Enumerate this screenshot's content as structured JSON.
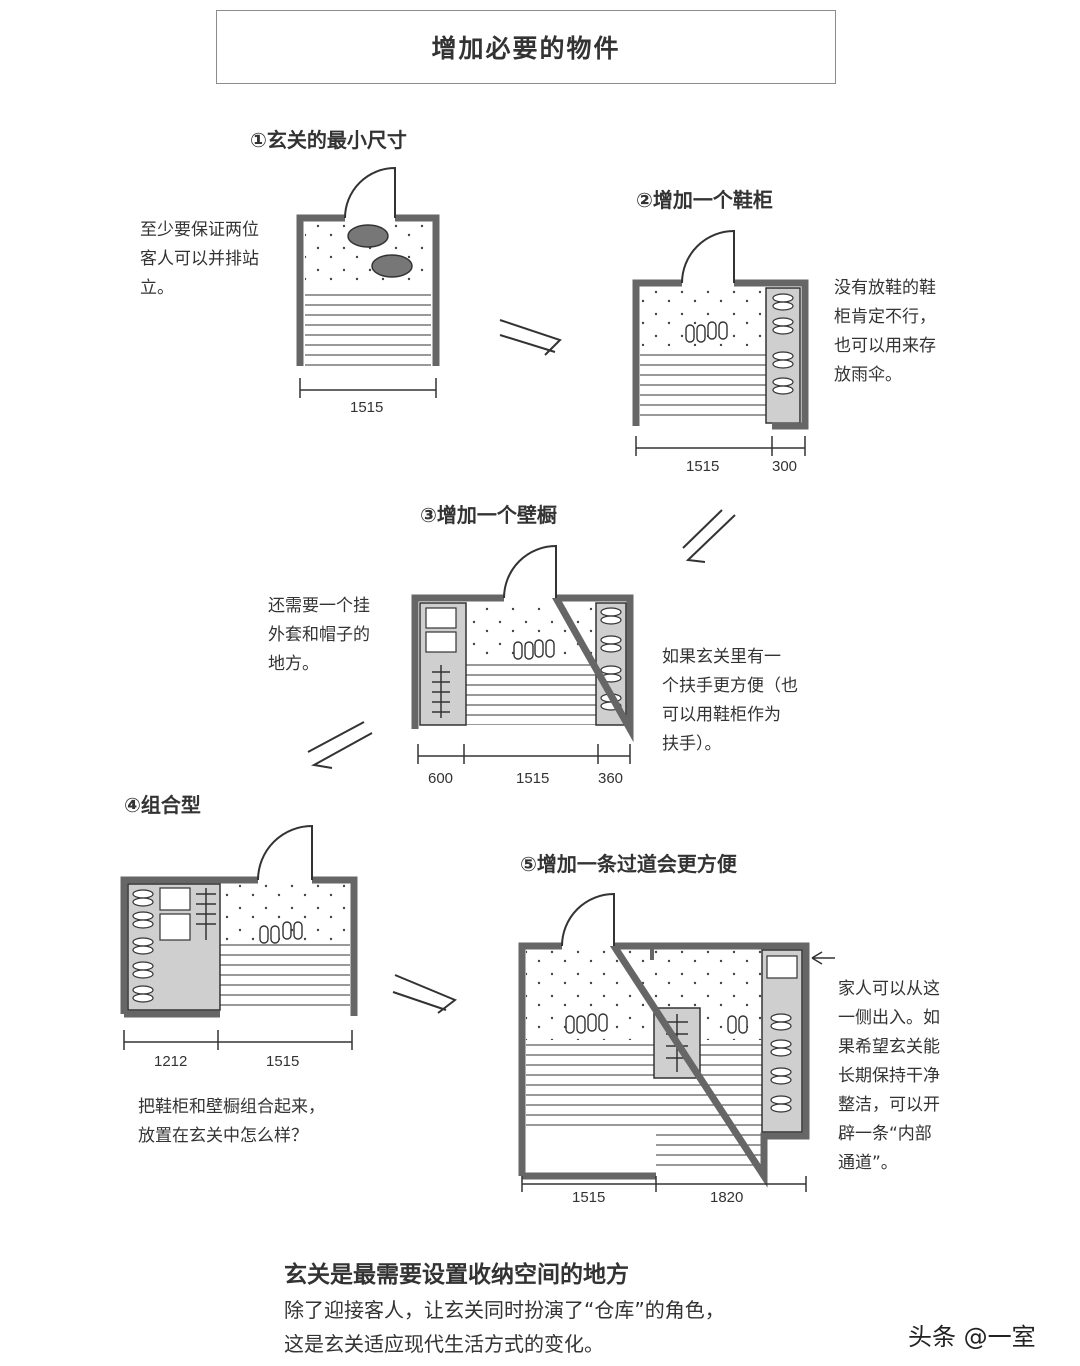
{
  "title": "增加必要的物件",
  "steps": {
    "s1": "①玄关的最小尺寸",
    "s2": "②增加一个鞋柜",
    "s3": "③增加一个壁橱",
    "s4": "④组合型",
    "s5": "⑤增加一条过道会更方便"
  },
  "notes": {
    "n1": [
      "至少要保证两位",
      "客人可以并排站",
      "立。"
    ],
    "n2": [
      "没有放鞋的鞋",
      "柜肯定不行，",
      "也可以用来存",
      "放雨伞。"
    ],
    "n3a": [
      "还需要一个挂",
      "外套和帽子的",
      "地方。"
    ],
    "n3b": [
      "如果玄关里有一",
      "个扶手更方便（也",
      "可以用鞋柜作为",
      "扶手）。"
    ],
    "n4": [
      "把鞋柜和壁橱组合起来，",
      "放置在玄关中怎么样？"
    ],
    "n5": [
      "家人可以从这",
      "一侧出入。如",
      "果希望玄关能",
      "长期保持干净",
      "整洁，可以开",
      "辟一条“内部",
      "通道”。"
    ]
  },
  "dims": {
    "d1": [
      "1515"
    ],
    "d2": [
      "1515",
      "300"
    ],
    "d3": [
      "600",
      "1515",
      "360"
    ],
    "d4": [
      "1212",
      "1515"
    ],
    "d5": [
      "1515",
      "1820"
    ]
  },
  "footer": {
    "heading": "玄关是最需要设置收纳空间的地方",
    "lines": [
      "除了迎接客人，让玄关同时扮演了“仓库”的角色，",
      "这是玄关适应现代生活方式的变化。"
    ]
  },
  "watermark": "头条 @一室",
  "colors": {
    "wall": "#7d7d7d",
    "cabinet": "#cfcfcf",
    "line": "#333333"
  }
}
